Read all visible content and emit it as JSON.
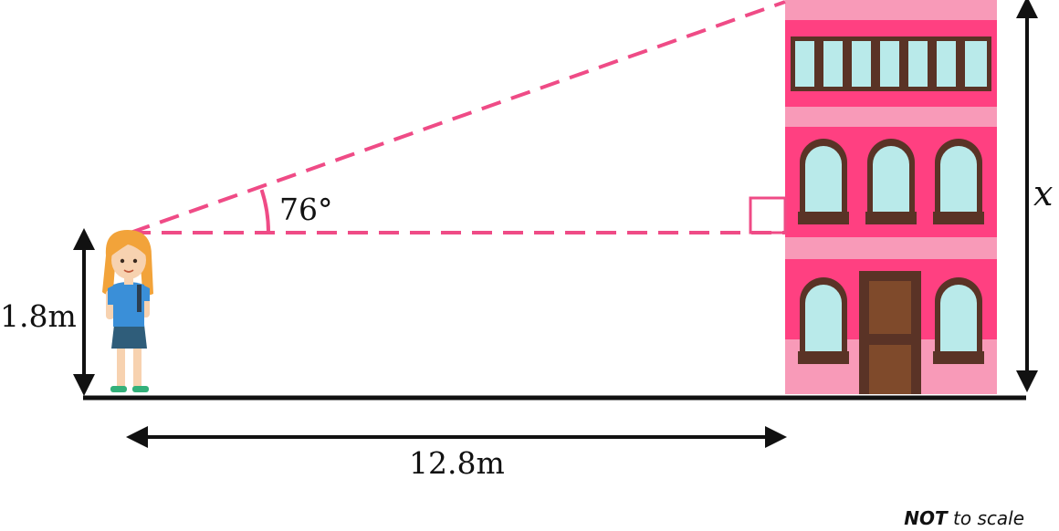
{
  "labels": {
    "person_height": "1.8m",
    "distance": "12.8m",
    "angle": "76°",
    "unknown_height": "x",
    "note_bold": "NOT",
    "note_rest": " to scale"
  },
  "colors": {
    "sight_line": "#ef4b86",
    "building_main": "#ff4081",
    "building_light": "#f89ab8",
    "window_glass": "#b9eaea",
    "window_frame": "#5a3326",
    "door": "#7f4a2b",
    "ground": "#111111",
    "girl_hair": "#f2a33a",
    "girl_shirt": "#3a8fd8",
    "girl_skirt": "#2f5d7a",
    "girl_skin": "#f7d2b0",
    "girl_shoes": "#33b07a"
  },
  "icons": {
    "person": "girl-figure-icon",
    "building": "building-icon",
    "right_angle": "right-angle-marker-icon"
  }
}
